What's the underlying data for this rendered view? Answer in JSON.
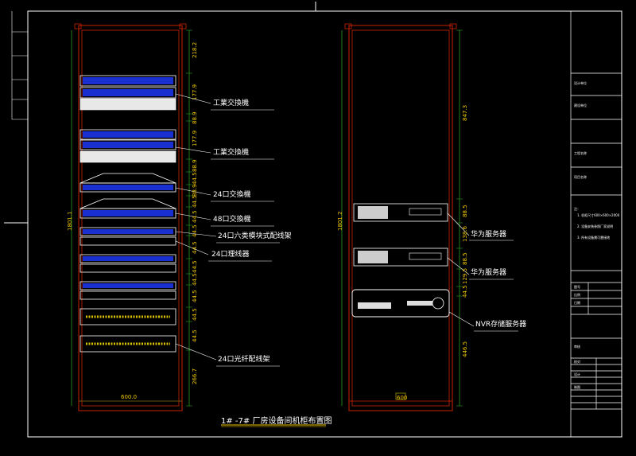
{
  "drawing": {
    "title": "1# -7# 厂房设备间机柜布置图"
  },
  "left_rack": {
    "height_dim": "1801.1",
    "width_dim": "600.0",
    "segment_dims": [
      "218.2",
      "177.9",
      "88.9",
      "177.9",
      "88.9",
      "44.5",
      "88.9",
      "44.5",
      "44.5",
      "44.5",
      "44.5",
      "44.5",
      "44.5",
      "44.5",
      "44.5",
      "44.5",
      "266.7"
    ],
    "labels": [
      "工業交換機",
      "工業交換機",
      "24口交換機",
      "48口交換機",
      "24口六类模块式配线架",
      "24口理线器",
      "24口光纤配线架"
    ]
  },
  "right_rack": {
    "height_dim": "1801.2",
    "width_dim": "600",
    "segment_dims": [
      "847.3",
      "88.5",
      "138.6",
      "88.5",
      "129.5",
      "44.5",
      "446.5"
    ],
    "labels": [
      "华为服务器",
      "华为服务器",
      "NVR存储服务器"
    ]
  },
  "title_block": {
    "rows": [
      "设计单位",
      "建设单位",
      "工程名称",
      "项目名称",
      "图号",
      "比例",
      "日期",
      "审核",
      "校对",
      "设计",
      "制图"
    ],
    "notes": [
      "注：",
      "1. 机柜尺寸600×600×2000",
      "2. 设备安装参照厂家说明",
      "3. 所有设备需可靠接地"
    ]
  },
  "colors": {
    "background": "#000000",
    "frame": "#ffffff",
    "rack": "#cc2200",
    "dimension": "#2a9a20",
    "dim_text": "#f0c800",
    "device_blue": "#1a2fd0",
    "device_yellow": "#d8c000"
  }
}
